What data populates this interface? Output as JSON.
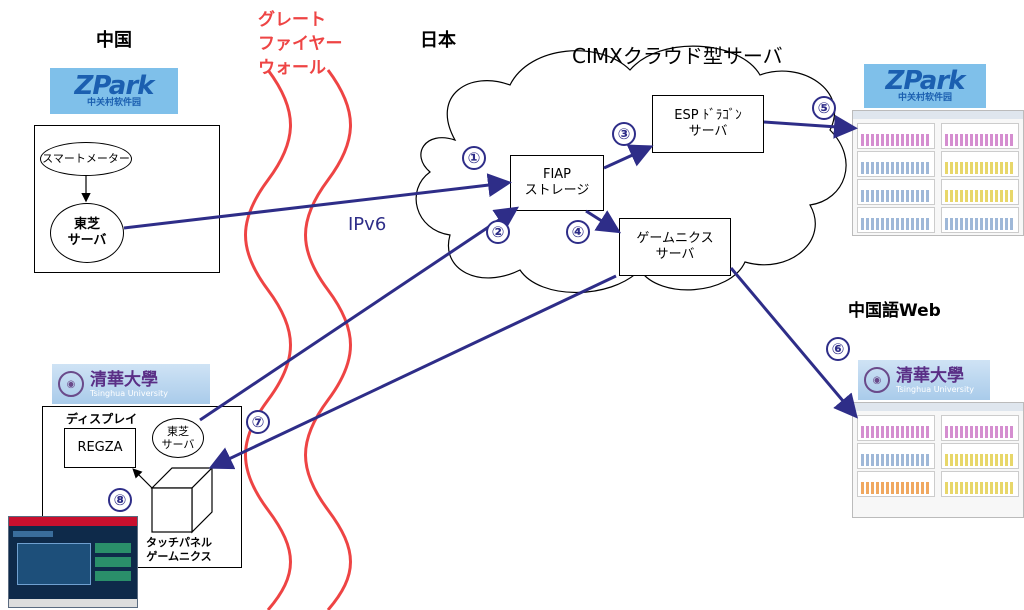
{
  "regions": {
    "china": "中国",
    "japan": "日本"
  },
  "firewall_label": [
    "グレート",
    "ファイヤー",
    "ウォール"
  ],
  "cloud_title": "CIMXクラウド型サーバ",
  "ipv6_label": "IPv6",
  "chinese_web_label": "中国語Web",
  "nodes": {
    "smart_meter": "スマートメーター",
    "toshiba_server_cn": [
      "東芝",
      "サーバ"
    ],
    "fiap_storage": [
      "FIAP",
      "ストレージ"
    ],
    "esp_dragon": [
      "ESP ﾄﾞﾗｺﾞﾝ",
      "サーバ"
    ],
    "gamenics_server": [
      "ゲームニクス",
      "サーバ"
    ],
    "display_label": "ディスプレイ",
    "regza": "REGZA",
    "toshiba_server_jp": [
      "東芝",
      "サーバ"
    ],
    "touch_panel": [
      "タッチパネル",
      "ゲームニクス"
    ]
  },
  "step_numbers": [
    "①",
    "②",
    "③",
    "④",
    "⑤",
    "⑥",
    "⑦",
    "⑧"
  ],
  "logos": {
    "zpark_main": "ZPark",
    "zpark_sub": "中关村软件园",
    "tsinghua_cn": "清華大學",
    "tsinghua_en": "Tsinghua University"
  },
  "colors": {
    "arrow": "#2e2d88",
    "firewall": "#ee4444",
    "firewall_text": "#ee4444"
  }
}
